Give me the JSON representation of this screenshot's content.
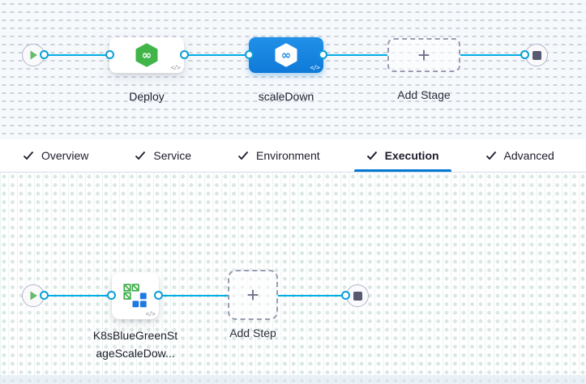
{
  "colors": {
    "accent_blue": "#0278d5",
    "selected_node_blue": "#1b86e2",
    "connector_blue": "#00ade4",
    "cd_green": "#42b549",
    "k8s_blue": "#1f79e0"
  },
  "stage_graph": {
    "nodes": [
      {
        "type": "start",
        "icon": "play-icon"
      },
      {
        "type": "stage",
        "label": "Deploy",
        "icon": "cd-hexagon-icon",
        "selected": false
      },
      {
        "type": "stage",
        "label": "scaleDown",
        "icon": "cd-hexagon-icon",
        "selected": true
      },
      {
        "type": "add",
        "label": "Add Stage",
        "icon": "plus-icon"
      },
      {
        "type": "end",
        "icon": "stop-icon"
      }
    ]
  },
  "tabs": {
    "active": "Execution",
    "items": [
      {
        "label": "Overview",
        "checked": true
      },
      {
        "label": "Service",
        "checked": true
      },
      {
        "label": "Environment",
        "checked": true
      },
      {
        "label": "Execution",
        "checked": true
      },
      {
        "label": "Advanced",
        "checked": true
      }
    ]
  },
  "step_graph": {
    "nodes": [
      {
        "type": "start",
        "icon": "play-icon"
      },
      {
        "type": "step",
        "label_line1": "K8sBlueGreenSt",
        "label_line2": "ageScaleDow...",
        "icon": "k8s-blue-green-scale-down-icon"
      },
      {
        "type": "add",
        "label": "Add Step",
        "icon": "plus-icon"
      },
      {
        "type": "end",
        "icon": "stop-icon"
      }
    ]
  },
  "icons": {
    "code": "</>",
    "plus": "+",
    "infinity": "∞"
  }
}
